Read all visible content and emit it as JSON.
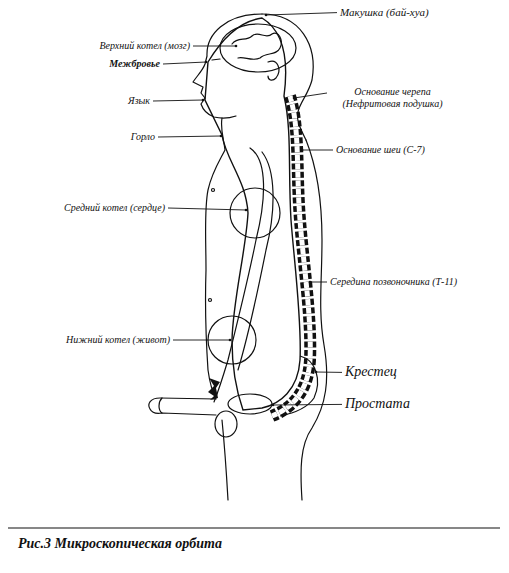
{
  "diagram": {
    "caption": "Рис.3 Микроскопическая орбита",
    "labels": [
      "Макушка (бай-хуа)",
      "Верхний котел (мозг)",
      "Межбровье",
      "Основание черепа (Нефритовая подушка)",
      "Язык",
      "Горло",
      "Основание шеи (С-7)",
      "Средний котел (сердце)",
      "Середина позвоночника (Т-11)",
      "Нижний котел (живот)",
      "Крестец",
      "Простата"
    ]
  }
}
